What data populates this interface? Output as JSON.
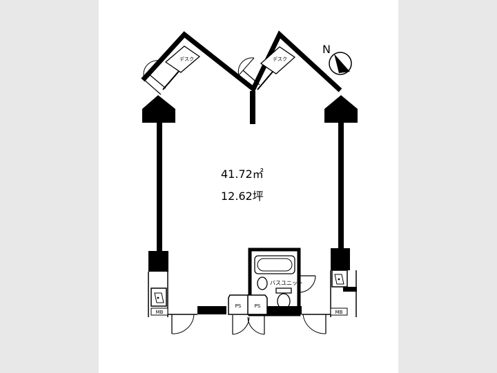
{
  "floor_plan": {
    "area_sqm": "41.72㎡",
    "area_tsubo": "12.62坪",
    "compass_label": "N",
    "rooms": {
      "desk_left": "デスク",
      "desk_right": "デスク",
      "bath_unit": "バスユニット",
      "ps_left": "PS",
      "ps_right": "PS",
      "mb_left": "MB",
      "mb_right": "MB"
    }
  }
}
